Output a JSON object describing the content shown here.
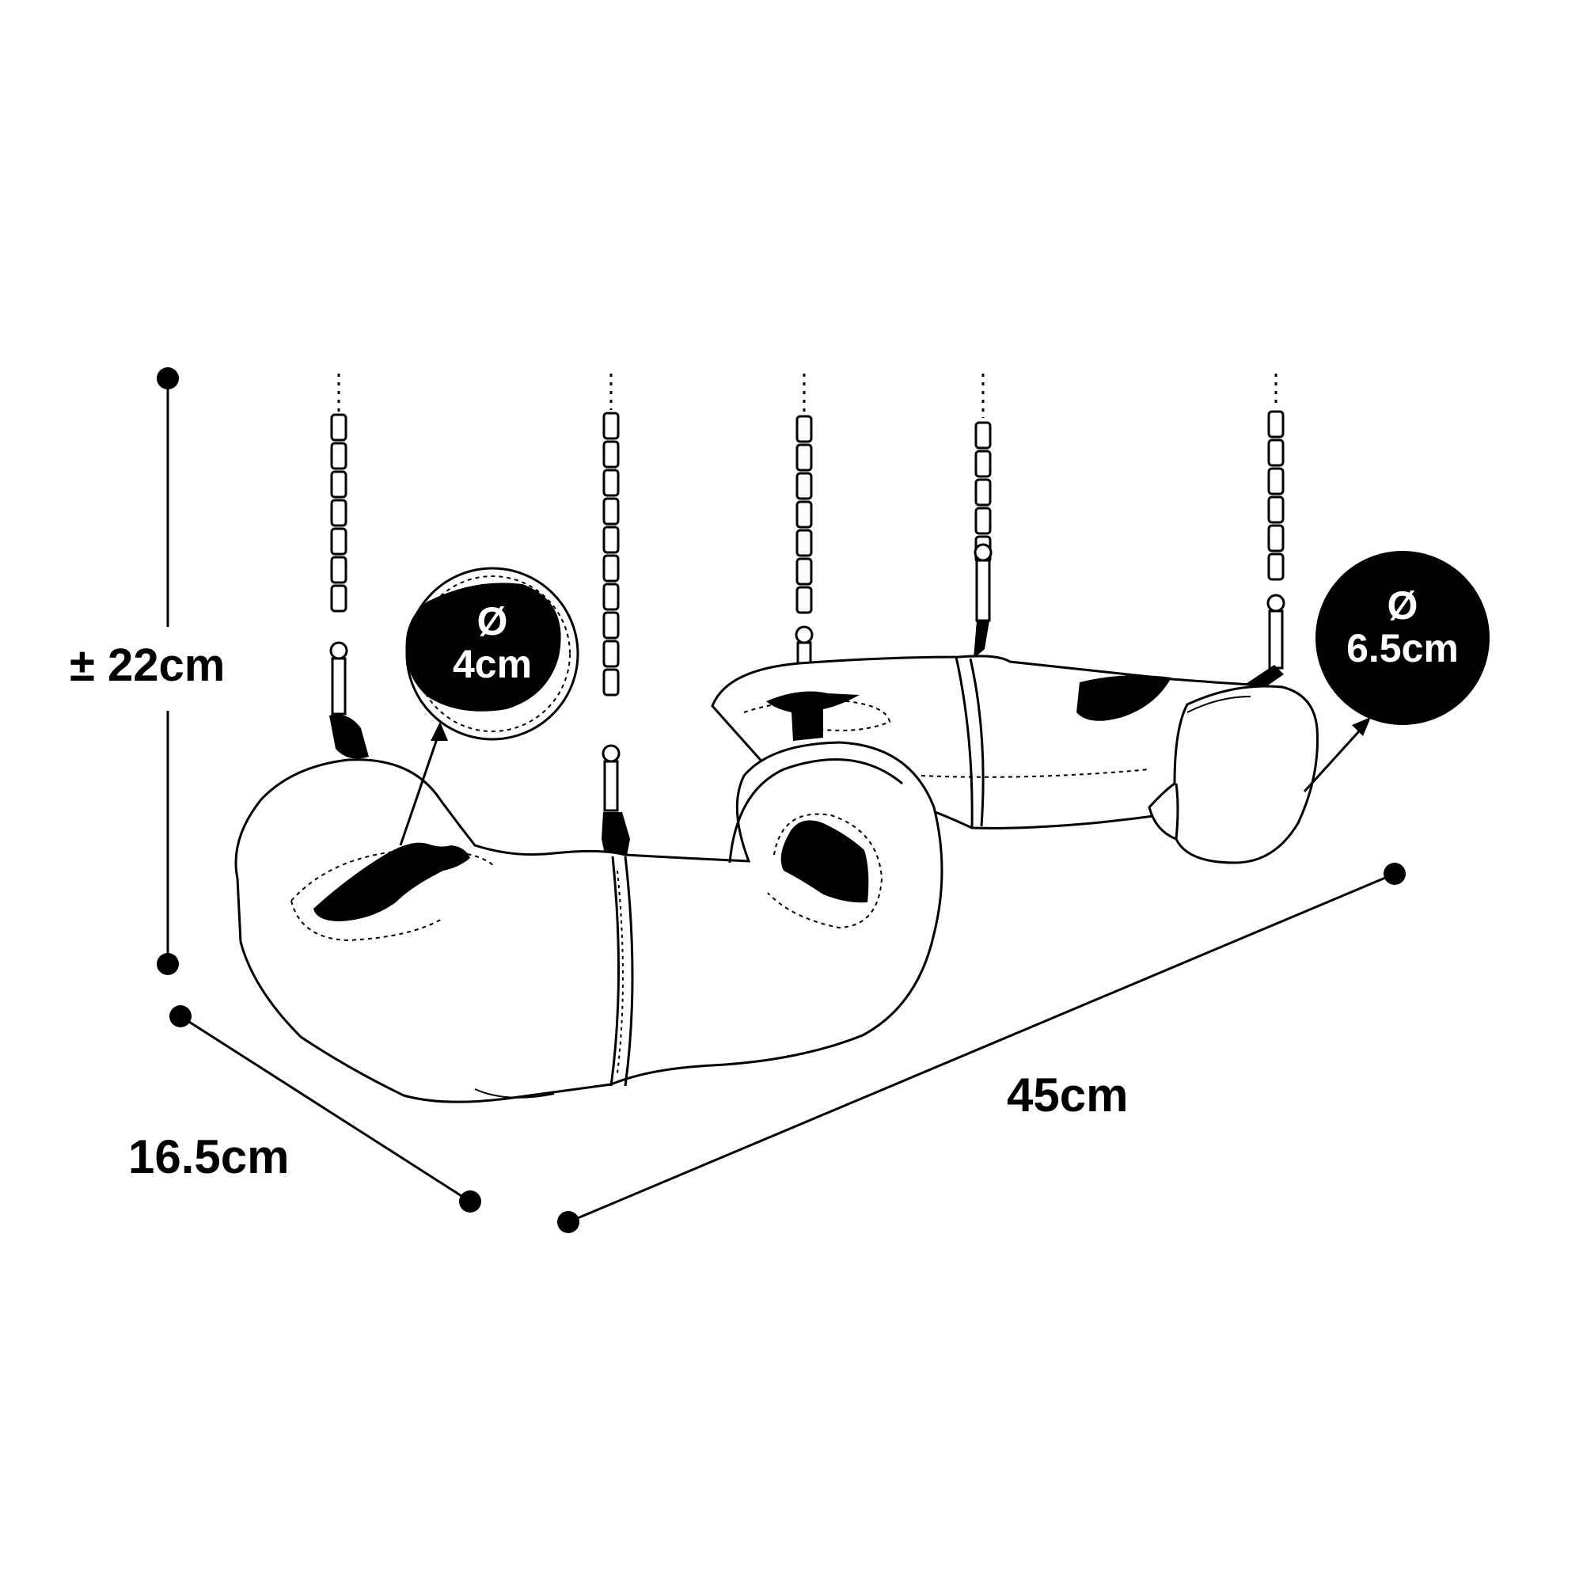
{
  "dimensions": {
    "height": "± 22cm",
    "depth": "16.5cm",
    "length": "45cm"
  },
  "callouts": {
    "small_opening": {
      "symbol": "Ø",
      "size": "4cm"
    },
    "large_opening": {
      "symbol": "Ø",
      "size": "6.5cm"
    }
  },
  "colors": {
    "ink": "#000000",
    "paper": "#ffffff"
  }
}
